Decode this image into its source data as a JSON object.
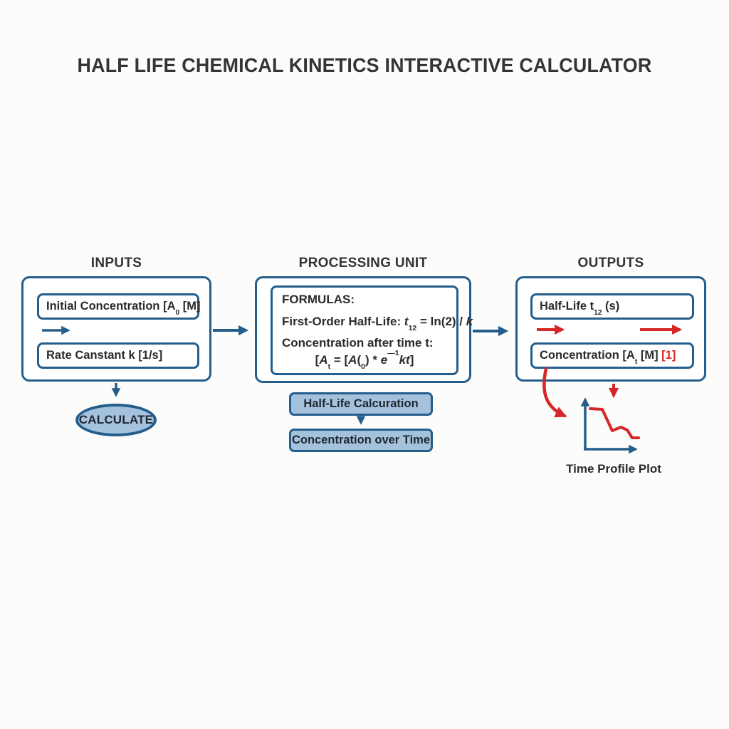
{
  "title": "HALF LIFE CHEMICAL KINETICS INTERACTIVE CALCULATOR",
  "colors": {
    "blue": "#245e8c",
    "light_blue": "#a5c2dd",
    "red": "#d42727",
    "text": "#2b2b2b"
  },
  "inputs": {
    "section_label": "INPUTS",
    "initial_concentration": {
      "pre": "Initial Concentration [A",
      "sub": "0",
      "post": " [M]"
    },
    "rate_constant": "Rate Canstant k [1/s]",
    "calculate_label": "CALCULATE"
  },
  "processing": {
    "section_label": "PROCESSING UNIT",
    "formulas_heading": "FORMULAS:",
    "half_life_formula": {
      "label": "First-Order Half-Life: ",
      "var_t": "t",
      "sub": "12",
      "mid": " = ln(2) / ",
      "var_k": "k"
    },
    "concentration_label": "Concentration after time t:",
    "concentration_formula": {
      "p1": "[",
      "a1": "A",
      "sub_t": "t",
      "p2": " = [",
      "a2": "A",
      "p3": "(",
      "sub_0": "0",
      "p4": ") * ",
      "e": "e",
      "sup": "—1",
      "kt": "kt",
      "p5": "]"
    },
    "button_half_life": "Half-Life Calcuration",
    "button_concentration": "Concentration over Time"
  },
  "outputs": {
    "section_label": "OUTPUTS",
    "half_life_output": {
      "pre": "Half-Life t",
      "sub": "12",
      "post": " (s)"
    },
    "concentration_output": {
      "pre": "Concentration [A",
      "sub": "t",
      "post": " [M] ",
      "highlight": "[1]"
    },
    "plot_label": "Time Profile Plot"
  }
}
